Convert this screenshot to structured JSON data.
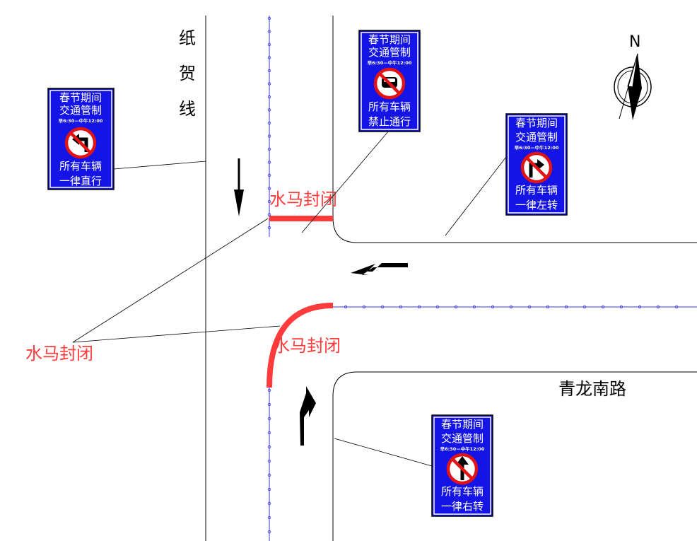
{
  "map": {
    "roads": {
      "north_south": "纸贺线",
      "east_west": "青龙南路"
    },
    "north_label": "N",
    "closure_labels": {
      "top_segment": "水马封闭",
      "curve_segment": "水马封闭",
      "callout": "水马封闭"
    },
    "signs": [
      {
        "id": "sign-top",
        "line1": "春节期间",
        "line2": "交通管制",
        "time": "早6:30—中午12:00",
        "symbol": "no-vehicles-icon",
        "line3": "所有车辆",
        "line4": "禁止通行"
      },
      {
        "id": "sign-left",
        "line1": "春节期间",
        "line2": "交通管制",
        "time": "早6:30—中午12:00",
        "symbol": "no-left-turn-icon",
        "line3": "所有车辆",
        "line4": "一律直行"
      },
      {
        "id": "sign-right",
        "line1": "春节期间",
        "line2": "交通管制",
        "time": "早6:30—中午12:00",
        "symbol": "no-right-turn-icon",
        "line3": "所有车辆",
        "line4": "一律左转"
      },
      {
        "id": "sign-bottom",
        "line1": "春节期间",
        "line2": "交通管制",
        "time": "早6:30—中午12:00",
        "symbol": "no-straight-icon",
        "line3": "所有车辆",
        "line4": "一律右转"
      }
    ],
    "colors": {
      "sign_blue": "#1414e6",
      "barrier_red": "#ff3b3b",
      "survey_line_blue": "#3b3bd6"
    }
  }
}
